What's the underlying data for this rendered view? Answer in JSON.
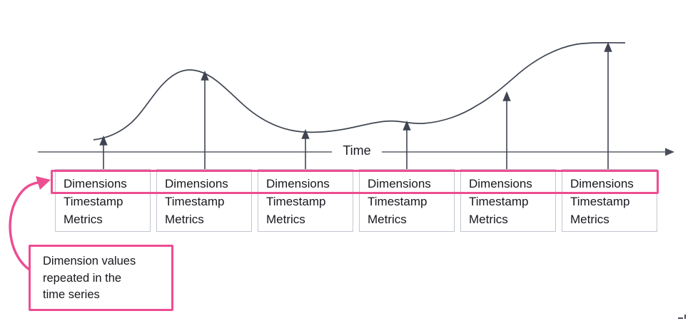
{
  "axis": {
    "label": "Time"
  },
  "record_boxes": [
    {
      "lines": [
        "Dimensions",
        "Timestamp",
        "Metrics"
      ]
    },
    {
      "lines": [
        "Dimensions",
        "Timestamp",
        "Metrics"
      ]
    },
    {
      "lines": [
        "Dimensions",
        "Timestamp",
        "Metrics"
      ]
    },
    {
      "lines": [
        "Dimensions",
        "Timestamp",
        "Metrics"
      ]
    },
    {
      "lines": [
        "Dimensions",
        "Timestamp",
        "Metrics"
      ]
    },
    {
      "lines": [
        "Dimensions",
        "Timestamp",
        "Metrics"
      ]
    }
  ],
  "callout": {
    "lines": [
      "Dimension values",
      "repeated in the",
      "time series"
    ]
  },
  "colors": {
    "accent_pink": "#ed4d92",
    "curve_dark": "#3f4551",
    "axis_gray": "#84878f",
    "box_border": "#c2c6cf",
    "text": "#17181d"
  }
}
